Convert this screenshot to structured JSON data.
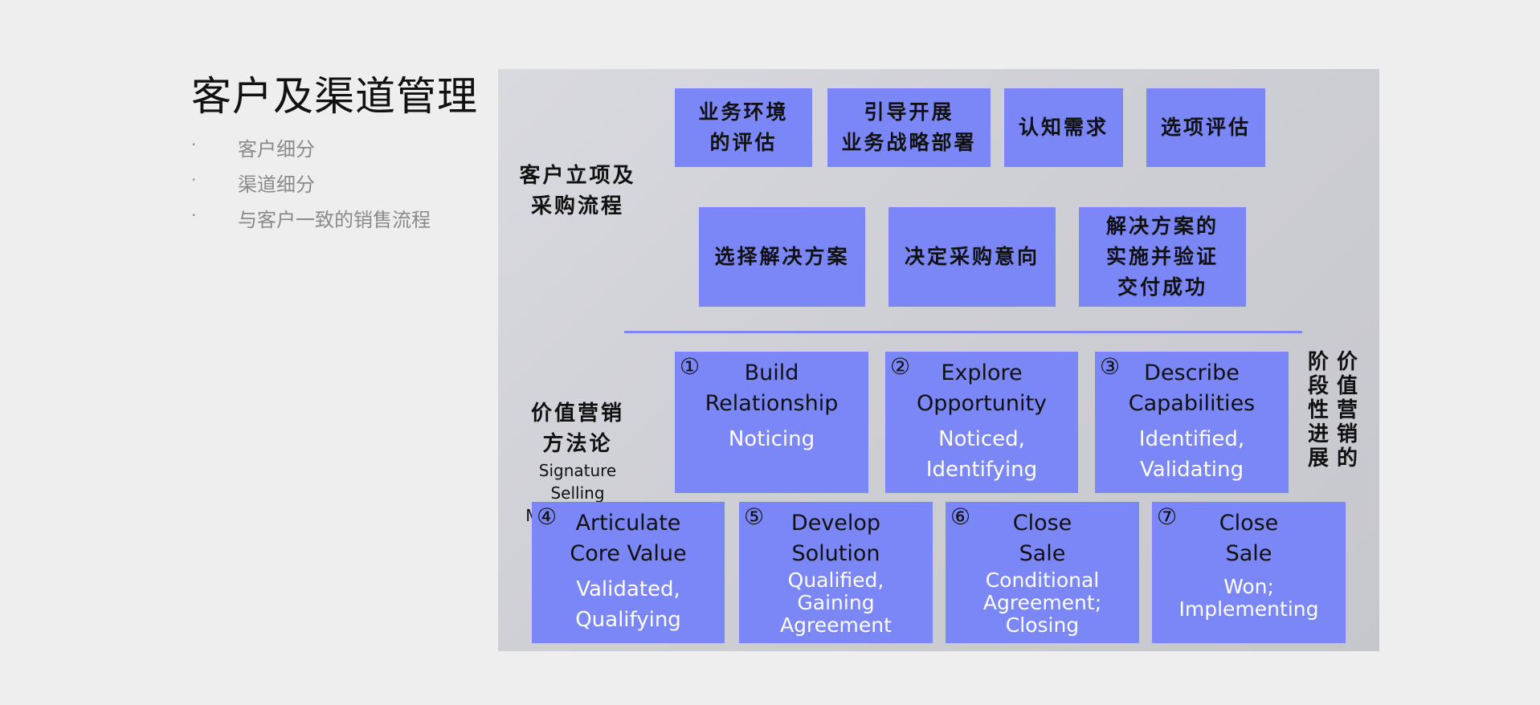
{
  "title": "客户及渠道管理",
  "bullets": [
    "客户细分",
    "渠道细分",
    "与客户一致的销售流程"
  ],
  "bullet_mark": "·",
  "colors": {
    "box": "#7b86f7",
    "panel": "#cfd0d6",
    "background": "#efeeef"
  },
  "procurement": {
    "label": "客户立项及\n采购流程",
    "row1": [
      "业务环境\n的评估",
      "引导开展\n业务战略部署",
      "认知需求",
      "选项评估"
    ],
    "row2": [
      "选择解决方案",
      "决定采购意向",
      "解决方案的\n实施并验证\n交付成功"
    ]
  },
  "methodology": {
    "label": "价值营销\n方法论",
    "label_en": "Signature\nSelling\nMethodology"
  },
  "stages": [
    {
      "num": "①",
      "title": "Build\nRelationship",
      "status": "Noticing"
    },
    {
      "num": "②",
      "title": "Explore\nOpportunity",
      "status": "Noticed,\nIdentifying"
    },
    {
      "num": "③",
      "title": "Describe\nCapabilities",
      "status": "Identified,\nValidating"
    },
    {
      "num": "④",
      "title": "Articulate\nCore Value",
      "status": "Validated,\nQualifying"
    },
    {
      "num": "⑤",
      "title": "Develop\nSolution",
      "status": "Qualified,\nGaining\nAgreement"
    },
    {
      "num": "⑥",
      "title": "Close\nSale",
      "status": "Conditional\nAgreement;\nClosing"
    },
    {
      "num": "⑦",
      "title": "Close\nSale",
      "status": "Won;\nImplementing"
    }
  ],
  "vertical_label": [
    "价\n值\n营\n销\n的",
    "阶\n段\n性\n进\n展"
  ]
}
